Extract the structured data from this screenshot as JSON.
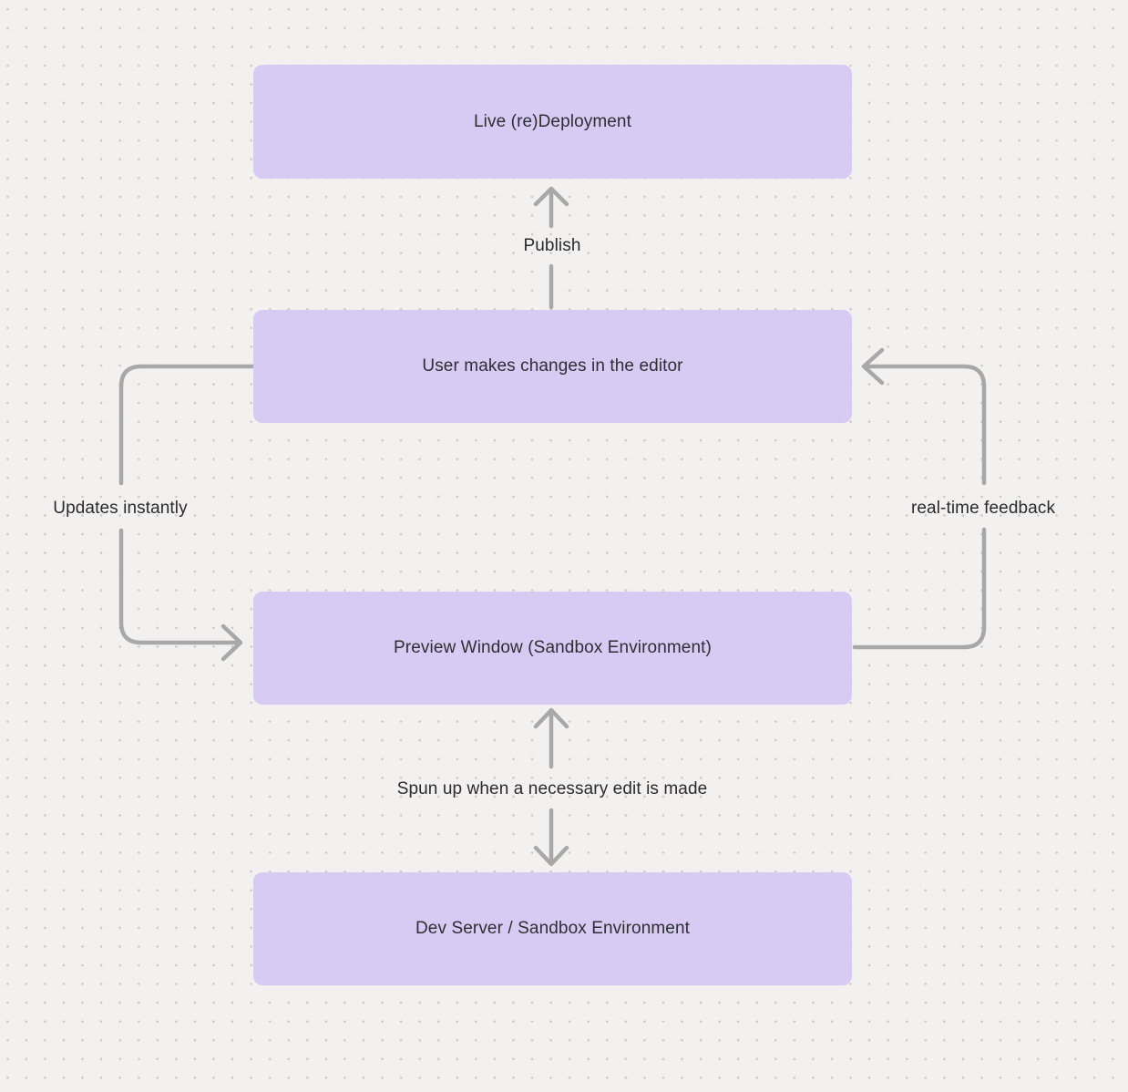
{
  "diagram": {
    "nodes": [
      {
        "id": "live-redeployment",
        "label": "Live (re)Deployment"
      },
      {
        "id": "user-editor",
        "label": "User makes changes in the editor"
      },
      {
        "id": "preview-window",
        "label": "Preview Window (Sandbox Environment)"
      },
      {
        "id": "dev-server",
        "label": "Dev Server / Sandbox Environment"
      }
    ],
    "edges": [
      {
        "id": "publish",
        "label": "Publish",
        "from": "user-editor",
        "to": "live-redeployment",
        "style": "straight-up-arrow"
      },
      {
        "id": "updates-instantly",
        "label": "Updates instantly",
        "from": "user-editor",
        "to": "preview-window",
        "style": "left-side-loop-arrow"
      },
      {
        "id": "real-time-feedback",
        "label": "real-time feedback",
        "from": "preview-window",
        "to": "user-editor",
        "style": "right-side-loop-arrow"
      },
      {
        "id": "spun-up",
        "label": "Spun up when a necessary edit is made",
        "from": "preview-window",
        "to": "dev-server",
        "style": "bidirectional-vertical-arrows"
      }
    ]
  },
  "colors": {
    "background": "#f2f1f0",
    "grid_dot": "#c9c9c7",
    "node_fill": "#d7cbf4",
    "node_text": "#2e2e33",
    "arrow": "#a8a8a8",
    "label_text": "#2b2b2e"
  }
}
